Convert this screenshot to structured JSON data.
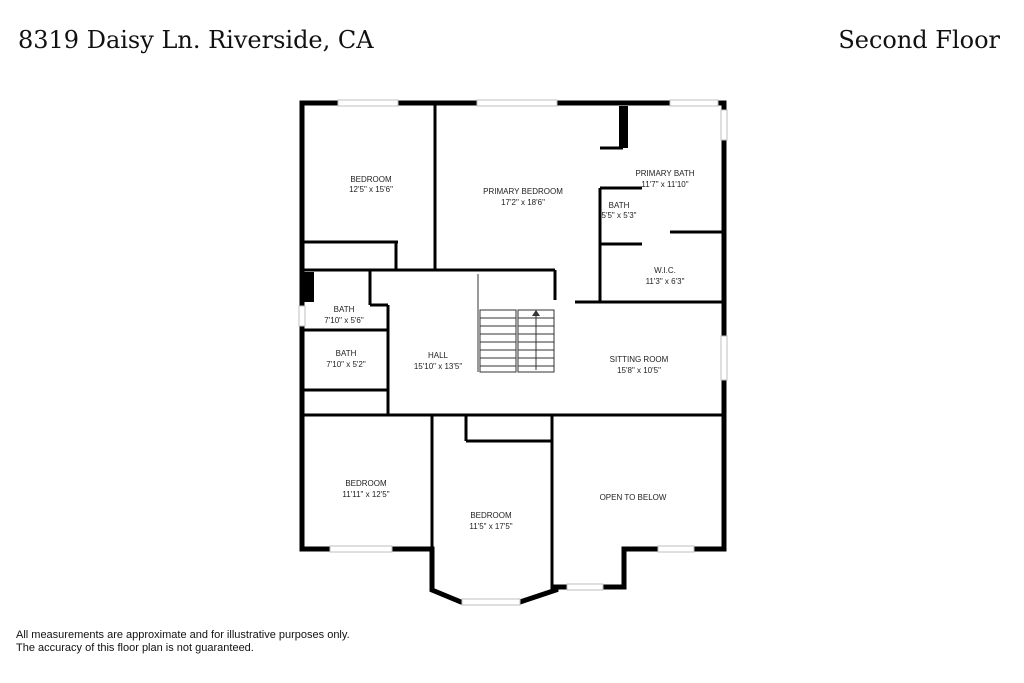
{
  "header": {
    "address": "8319 Daisy Ln. Riverside, CA",
    "floor": "Second Floor"
  },
  "rooms": [
    {
      "name": "BEDROOM",
      "dims": "12'5\" x 15'6\""
    },
    {
      "name": "PRIMARY BEDROOM",
      "dims": "17'2\" x 18'6\""
    },
    {
      "name": "PRIMARY BATH",
      "dims": "11'7\" x 11'10\""
    },
    {
      "name": "BATH",
      "dims": "5'5\" x 5'3\""
    },
    {
      "name": "W.I.C.",
      "dims": "11'3\" x 6'3\""
    },
    {
      "name": "BATH",
      "dims": "7'10\" x 5'6\""
    },
    {
      "name": "BATH",
      "dims": "7'10\" x 5'2\""
    },
    {
      "name": "HALL",
      "dims": "15'10\" x 13'5\""
    },
    {
      "name": "SITTING ROOM",
      "dims": "15'8\" x 10'5\""
    },
    {
      "name": "BEDROOM",
      "dims": "11'11\" x 12'5\""
    },
    {
      "name": "BEDROOM",
      "dims": "11'5\" x 17'5\""
    },
    {
      "name": "OPEN TO BELOW",
      "dims": ""
    }
  ],
  "footer": {
    "line1": "All measurements are approximate and for illustrative purposes only.",
    "line2": "The accuracy of this floor plan is not guaranteed."
  },
  "colors": {
    "wall": "#000000",
    "window": "#bfbfbf",
    "text": "#222222"
  }
}
